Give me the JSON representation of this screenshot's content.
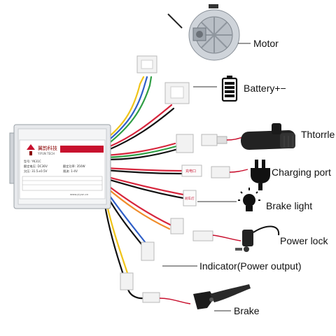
{
  "labels": {
    "motor": "Motor",
    "battery": "Battery+−",
    "throttle": "Thtorrle",
    "charging_port": "Charging port",
    "brake_light": "Brake light",
    "power_lock": "Power lock",
    "indicator": "Indicator(Power output)",
    "brake": "Brake"
  },
  "controller": {
    "brand_cn": "翼韵科技",
    "brand_en": "YIYUN TECH",
    "model": "型号: YK31C",
    "voltage": "额定电压: DC36V",
    "power": "额定功率: 350W",
    "undervoltage": "欠压: 31.5±0.5V",
    "current": "限流: 1-4V",
    "site": "www.yiyun.cn"
  },
  "tags": {
    "charging": "充电口",
    "brake_light": "刹车灯"
  },
  "colors": {
    "accent_red": "#c8102e",
    "wire_yellow": "#f0c419",
    "wire_blue": "#2f5fc8",
    "wire_green": "#2f9e44",
    "wire_red": "#d7263d",
    "wire_black": "#111111"
  }
}
